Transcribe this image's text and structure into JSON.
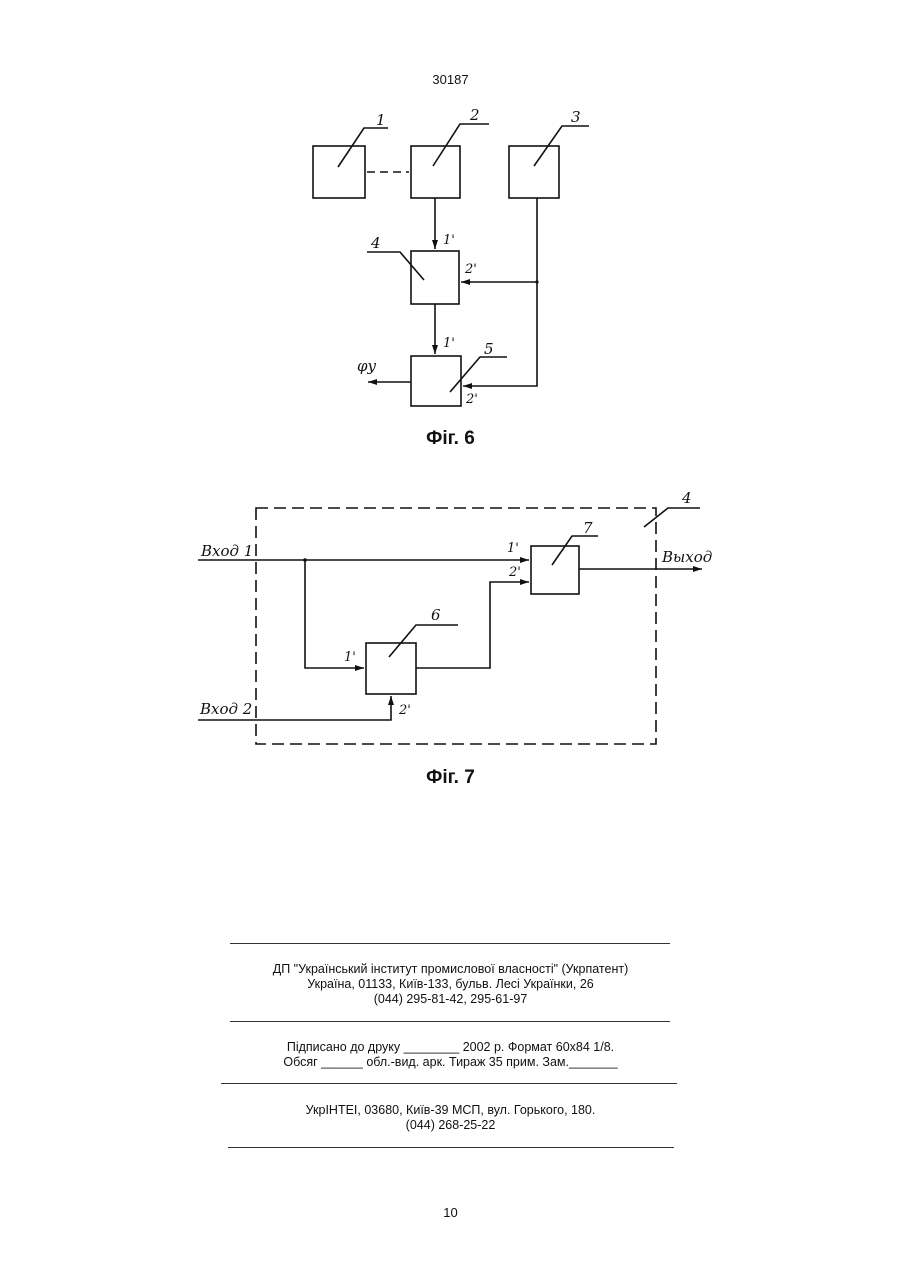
{
  "header": {
    "patent_number": "30187"
  },
  "figure6": {
    "caption": "Фіг. 6",
    "block_labels": [
      "1",
      "2",
      "3",
      "4",
      "5"
    ],
    "port_labels": {
      "p4_in1": "1'",
      "p4_in2": "2'",
      "p5_in1": "1'",
      "p5_in2": "2'"
    },
    "output_label": "φу"
  },
  "figure7": {
    "caption": "Фіг. 7",
    "input1_label": "Вход 1",
    "input2_label": "Вход 2",
    "output_label": "Выход",
    "block_labels": {
      "b6": "6",
      "b7": "7",
      "frame": "4"
    },
    "port_labels": {
      "p7_in1": "1'",
      "p7_in2": "2'",
      "p6_in1": "1'",
      "p6_in2": "2'"
    }
  },
  "footer": {
    "publisher_lines": [
      "ДП \"Український інститут промислової власності\" (Укрпатент)",
      "Україна, 01133, Київ-133, бульв. Лесі Українки, 26",
      "(044) 295-81-42, 295-61-97"
    ],
    "print_lines": [
      "Підписано до друку ________ 2002 р.    Формат 60х84 1/8.",
      "Обсяг ______ обл.-вид. арк.   Тираж 35 прим.    Зам._______"
    ],
    "printer_lines": [
      "УкрІНТЕІ, 03680, Київ-39 МСП, вул. Горького, 180.",
      "(044) 268-25-22"
    ]
  },
  "page_number": "10"
}
